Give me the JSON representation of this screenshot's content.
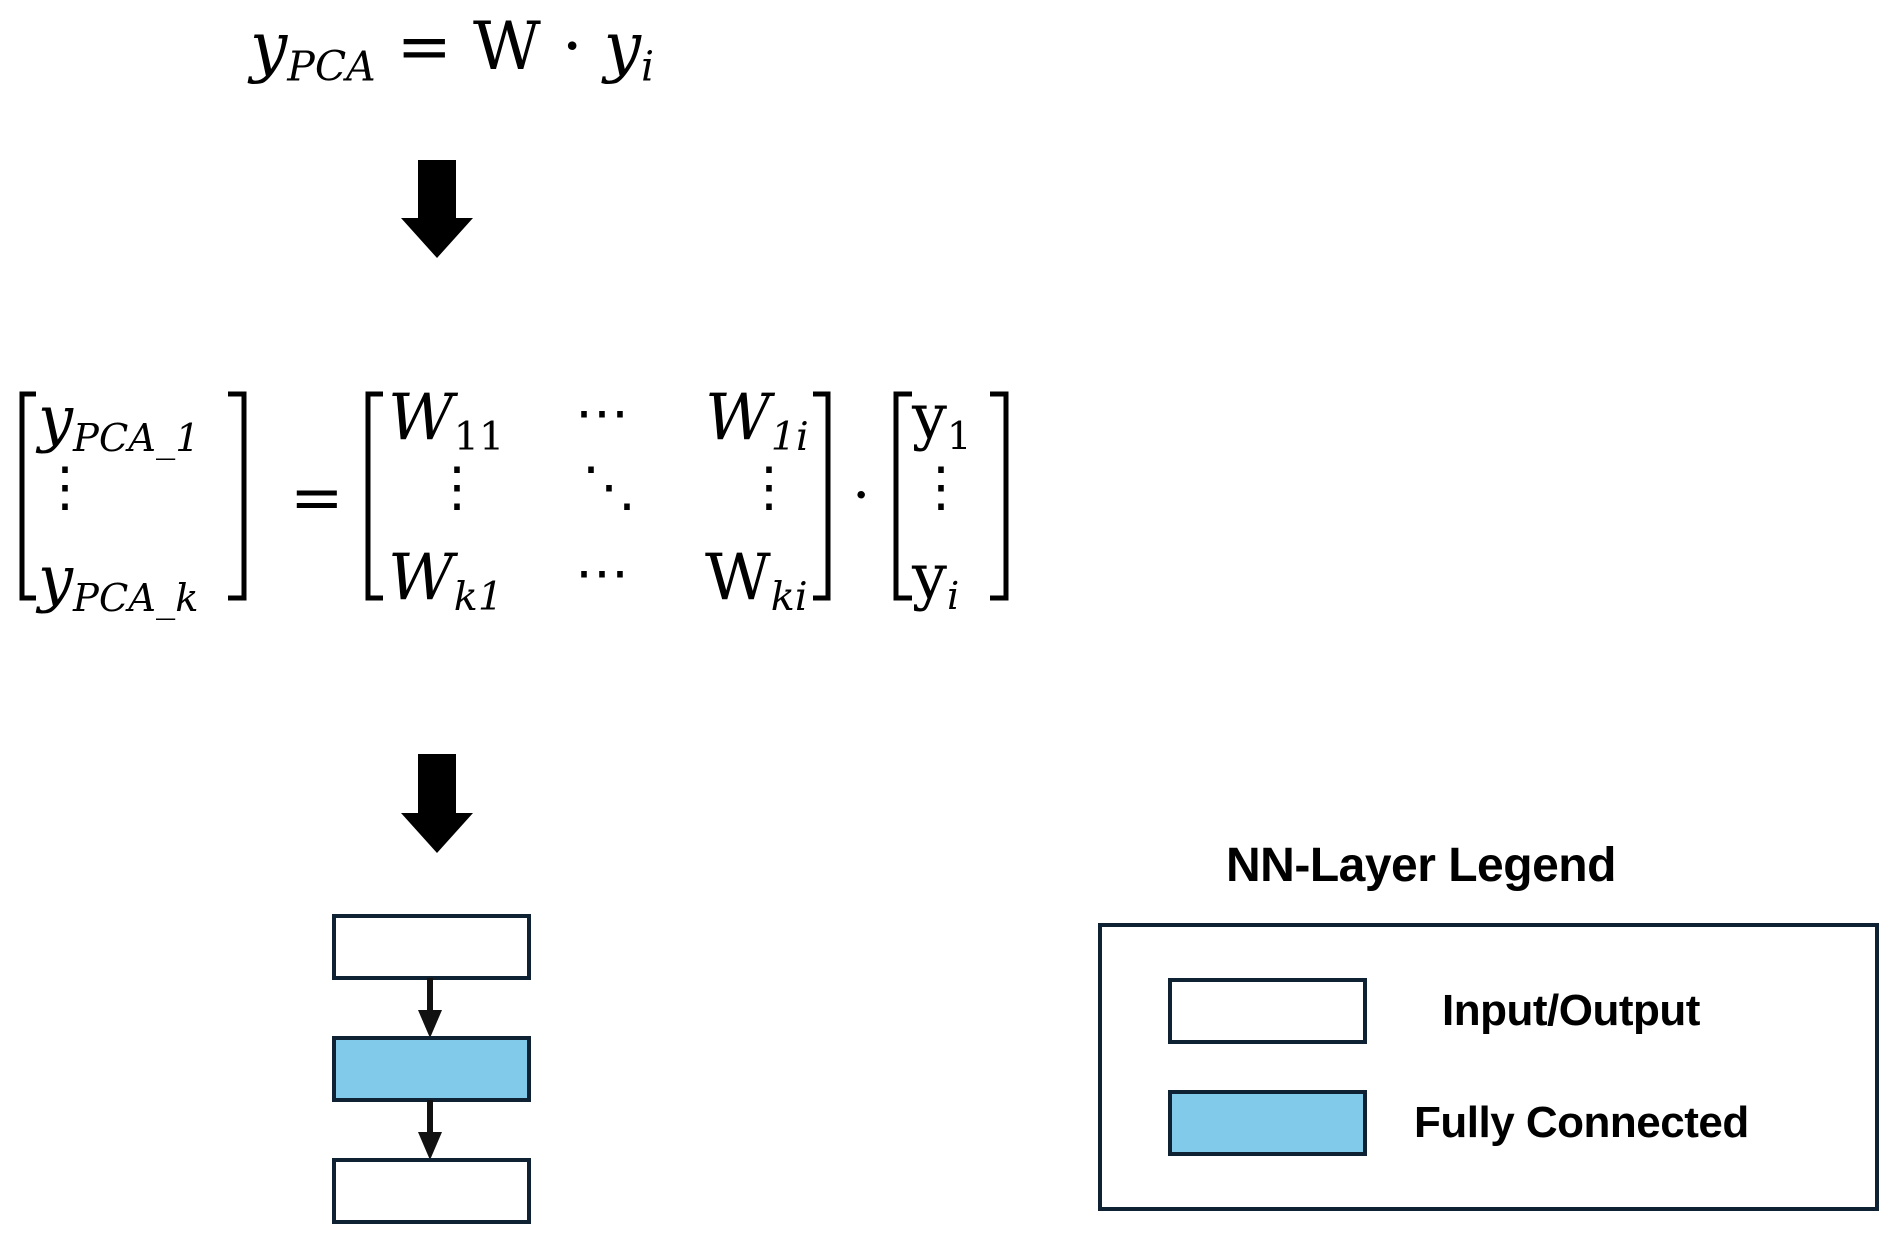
{
  "equation_top": {
    "lhs_symbol": "y",
    "lhs_sub": "PCA",
    "equals": "=",
    "weight": "W",
    "dot": "·",
    "rhs_symbol": "y",
    "rhs_sub": "i"
  },
  "matrix_equation": {
    "lhs_vector": [
      {
        "symbol": "y",
        "sub": "PCA_1"
      },
      {
        "symbol": "⋮",
        "sub": ""
      },
      {
        "symbol": "y",
        "sub": "PCA_k"
      }
    ],
    "equals": "=",
    "weight_matrix": {
      "row1": [
        {
          "symbol": "W",
          "sub": "11"
        },
        {
          "symbol": "⋯",
          "sub": ""
        },
        {
          "symbol": "W",
          "sub": "1i"
        }
      ],
      "row2": [
        {
          "symbol": "⋮",
          "sub": ""
        },
        {
          "symbol": "⋱",
          "sub": ""
        },
        {
          "symbol": "⋮",
          "sub": ""
        }
      ],
      "row3": [
        {
          "symbol": "W",
          "sub": "k1"
        },
        {
          "symbol": "⋯",
          "sub": ""
        },
        {
          "symbol": "W",
          "sub": "ki"
        }
      ]
    },
    "dot": "·",
    "input_vector": [
      {
        "symbol": "y",
        "sub": "1"
      },
      {
        "symbol": "⋮",
        "sub": ""
      },
      {
        "symbol": "y",
        "sub": "i"
      }
    ]
  },
  "arrows": [
    "down-arrow",
    "down-arrow"
  ],
  "network": {
    "layers": [
      {
        "type": "Input/Output"
      },
      {
        "type": "Fully Connected"
      },
      {
        "type": "Input/Output"
      }
    ]
  },
  "legend": {
    "title": "NN-Layer Legend",
    "items": [
      {
        "label": "Input/Output",
        "color": "#ffffff"
      },
      {
        "label": "Fully Connected",
        "color": "#82CAEA"
      }
    ]
  },
  "colors": {
    "fc_fill": "#82CAEA",
    "box_stroke": "#0E2233",
    "arrow": "#000000"
  }
}
